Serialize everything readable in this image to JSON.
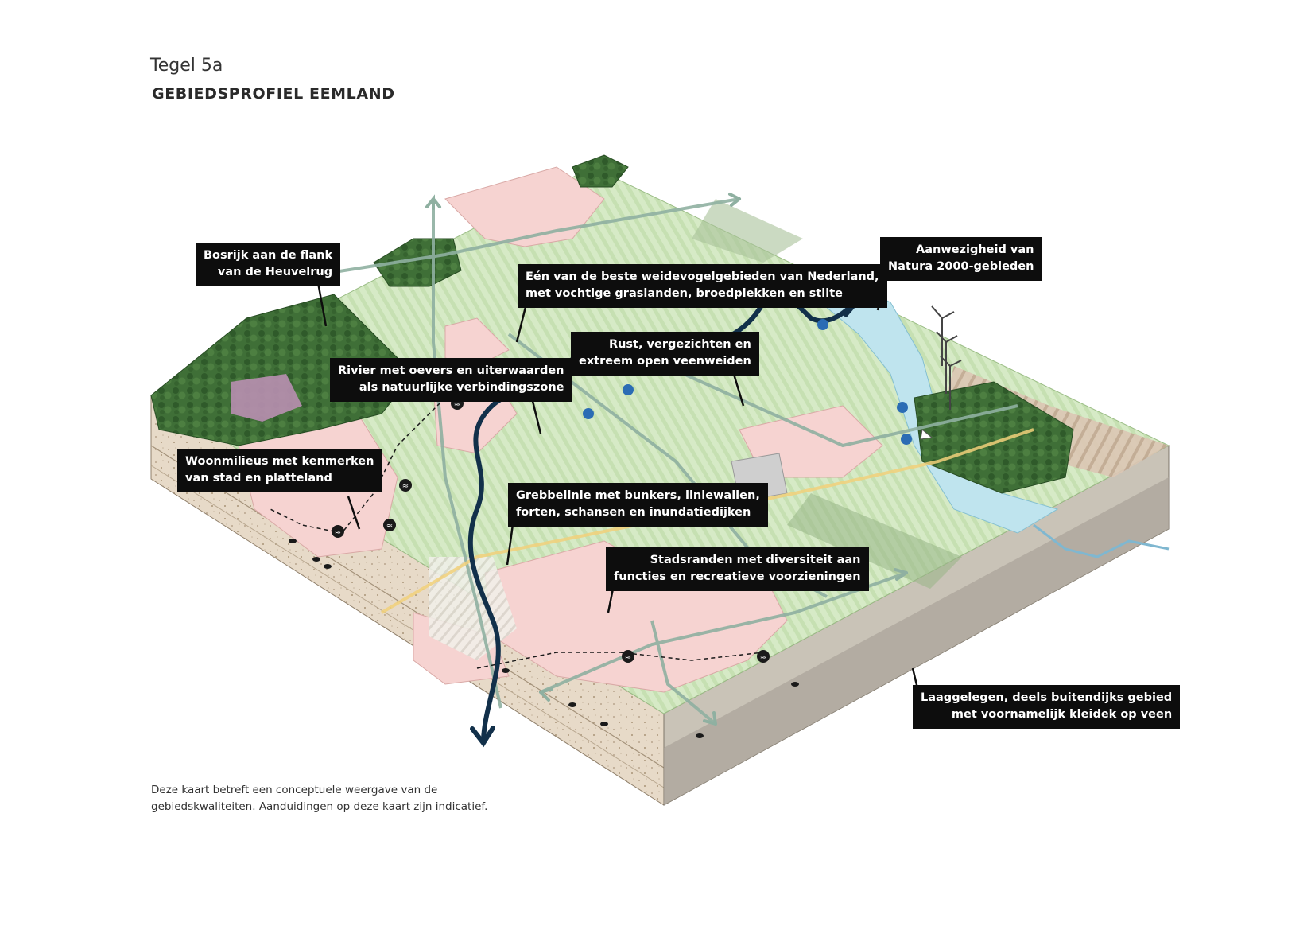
{
  "header": {
    "subtitle": "Tegel 5a",
    "title": "GEBIEDSPROFIEL EEMLAND"
  },
  "callouts": {
    "bosrijk": [
      "Bosrijk aan de flank",
      "van de Heuvelrug"
    ],
    "natura": [
      "Aanwezigheid van",
      "Natura 2000-gebieden"
    ],
    "weidevogel": [
      "Eén van de beste weidevogelgebieden van Nederland,",
      "met vochtige graslanden, broedplekken en stilte"
    ],
    "rust": [
      "Rust, vergezichten en",
      "extreem open veenweiden"
    ],
    "rivier": [
      "Rivier met oevers en uiterwaarden",
      "als natuurlijke verbindingszone"
    ],
    "woonmilieus": [
      "Woonmilieus met kenmerken",
      "van stad en platteland"
    ],
    "grebbelinie": [
      "Grebbelinie met bunkers, liniewallen,",
      "forten, schansen en inundatiedijken"
    ],
    "stadsranden": [
      "Stadsranden met diversiteit aan",
      "functies en recreatieve voorzieningen"
    ],
    "laaggelegen": [
      "Laaggelegen, deels buitendijks gebied",
      "met voornamelijk kleidek op veen"
    ]
  },
  "footnote": [
    "Deze kaart betreft een conceptuele weergave van de",
    "gebiedskwaliteiten. Aanduidingen op deze kaart zijn indicatief."
  ],
  "colors": {
    "forest": "#3c6b35",
    "meadow": "#d4e8c4",
    "urban": "#f6d3d1",
    "water": "#bfe4ee",
    "river": "#12304a",
    "soil": "#e8dccb",
    "callout": "#0d0d0d"
  },
  "icons": [
    "train-station-icon",
    "bunker-icon",
    "windmill-icon",
    "pumping-station-icon",
    "sailboat-icon"
  ]
}
